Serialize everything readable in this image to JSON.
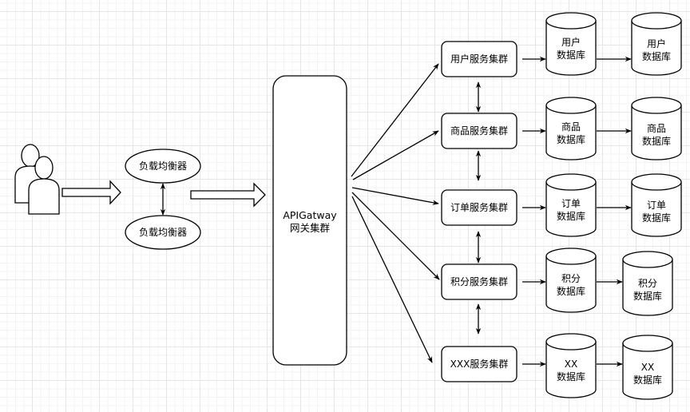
{
  "diagram": {
    "users": {
      "icon": "users-icon"
    },
    "load_balancers": [
      {
        "label": "负载均衡器"
      },
      {
        "label": "负载均衡器"
      }
    ],
    "gateway": {
      "line1": "APIGatway",
      "line2": "网关集群"
    },
    "services": [
      {
        "label": "用户服务集群",
        "db1": [
          "用户",
          "数据库"
        ],
        "db2": [
          "用户",
          "数据库"
        ]
      },
      {
        "label": "商品服务集群",
        "db1": [
          "商品",
          "数据库"
        ],
        "db2": [
          "商品",
          "数据库"
        ]
      },
      {
        "label": "订单服务集群",
        "db1": [
          "订单",
          "数据库"
        ],
        "db2": [
          "订单",
          "数据库"
        ]
      },
      {
        "label": "积分服务集群",
        "db1": [
          "积分",
          "数据库"
        ],
        "db2": [
          "积分",
          "数据库"
        ]
      },
      {
        "label": "XXX服务集群",
        "db1": [
          "XX",
          "数据库"
        ],
        "db2": [
          "XX",
          "数据库"
        ]
      }
    ],
    "colors": {
      "stroke": "#000000",
      "fill": "#ffffff",
      "grid": "#e6e6e6"
    }
  }
}
